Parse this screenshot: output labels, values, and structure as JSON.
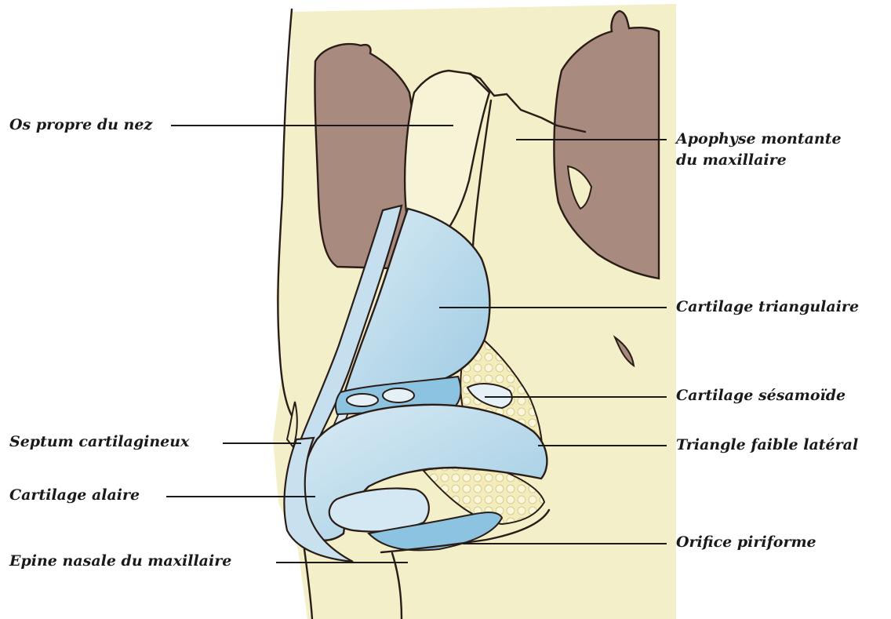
{
  "labels": {
    "os_propre_du_nez": "Os propre du nez",
    "apophyse_montante_line1": "Apophyse montante",
    "apophyse_montante_line2": "du maxillaire",
    "cartilage_triangulaire": "Cartilage triangulaire",
    "cartilage_sesamoide": "Cartilage sésamoïde",
    "septum_cartilagineux": "Septum cartilagineux",
    "triangle_faible_lateral": "Triangle faible latéral",
    "cartilage_alaire": "Cartilage alaire",
    "orifice_piriforme": "Orifice piriforme",
    "epine_nasale": "Epine nasale du maxillaire"
  },
  "colors": {
    "bone": "#f3efc8",
    "cartilage": "#bcdaea",
    "cartilage_deep": "#8cc3e0",
    "orbit": "#a88a7f",
    "fat": "#efe7b4",
    "ink": "#1a1a1a"
  }
}
